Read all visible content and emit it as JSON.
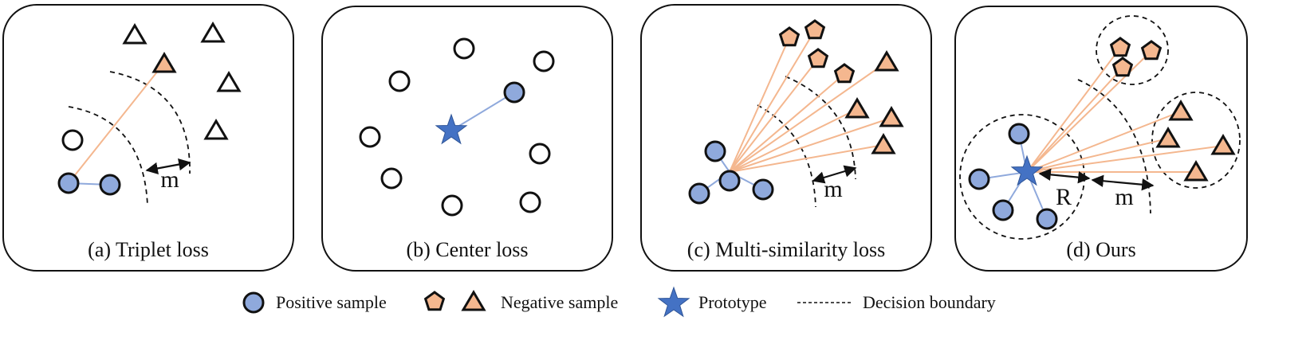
{
  "panels": [
    {
      "caption": "(a) Triplet loss",
      "margin_label": "m"
    },
    {
      "caption": "(b) Center loss"
    },
    {
      "caption": "(c) Multi-similarity loss",
      "margin_label": "m"
    },
    {
      "caption": "(d) Ours",
      "radius_label": "R",
      "margin_label": "m"
    }
  ],
  "legend": {
    "positive": "Positive sample",
    "negative": "Negative sample",
    "prototype": "Prototype",
    "boundary": "Decision boundary"
  },
  "colors": {
    "positive_fill": "#8fa9dc",
    "negative_fill": "#f4b78f",
    "prototype_fill": "#4472c4",
    "positive_link": "#8fa9dc",
    "negative_link": "#f4b78f",
    "outline": "#111111"
  }
}
